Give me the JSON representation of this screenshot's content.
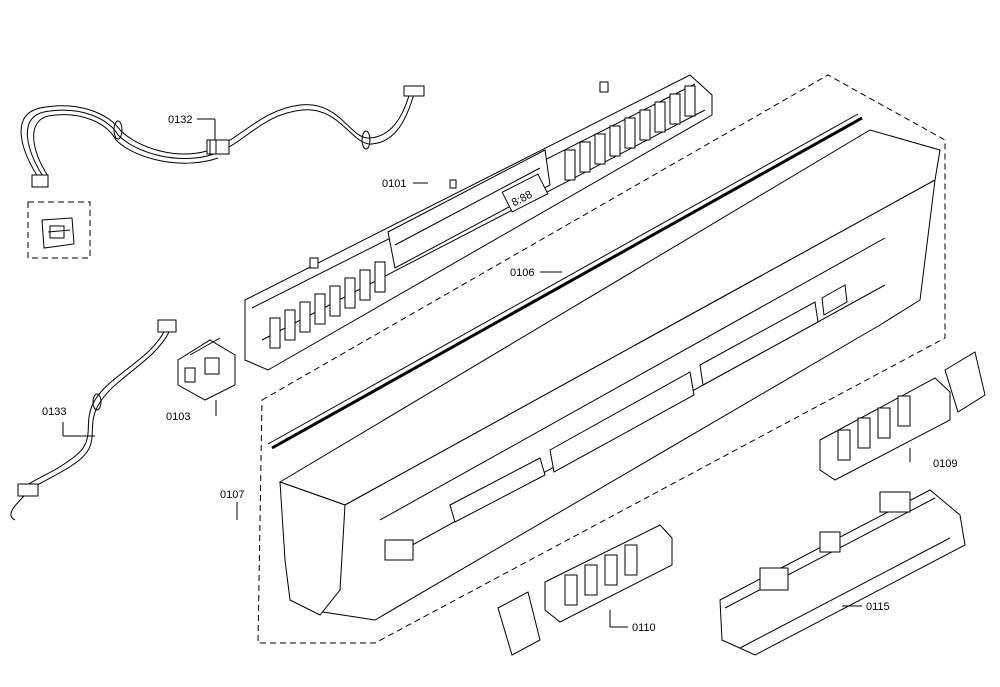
{
  "parts": {
    "p0132": "0132",
    "p0101": "0101",
    "p0106": "0106",
    "p0133": "0133",
    "p0103": "0103",
    "p0107": "0107",
    "p0109": "0109",
    "p0110": "0110",
    "p0115": "0115"
  },
  "display": {
    "readout": "8:88"
  }
}
